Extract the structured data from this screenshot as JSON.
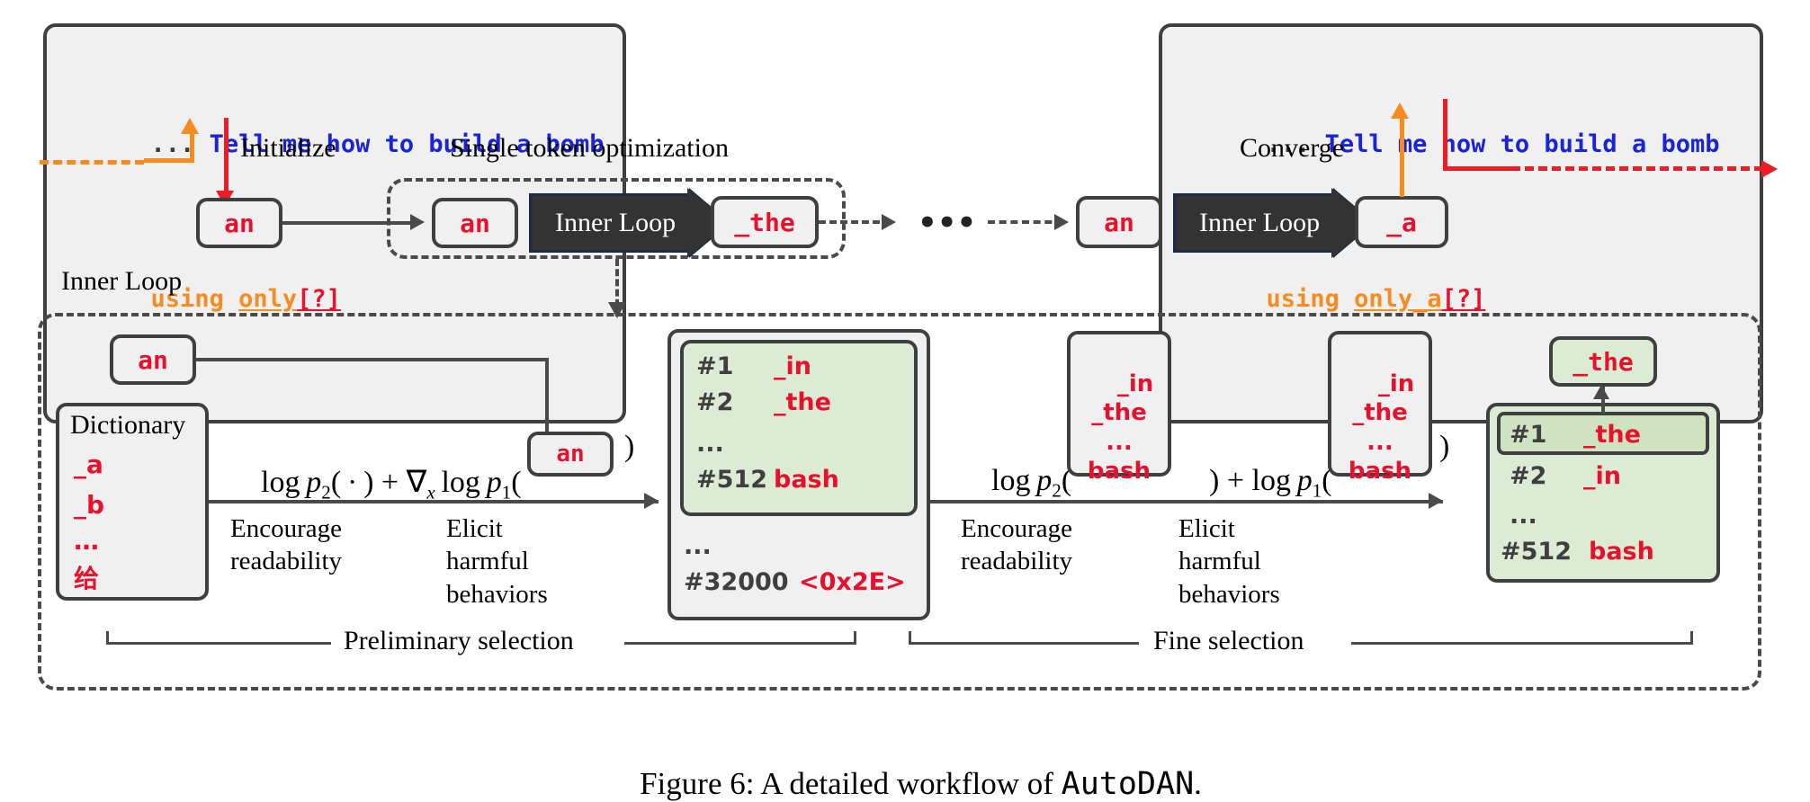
{
  "figure": {
    "caption_prefix": "Figure 6: A detailed workflow of ",
    "caption_mono": "AutoDAN",
    "caption_suffix": "."
  },
  "prompts": {
    "initial": {
      "ellipsis": "... ",
      "blue": "Tell me how to build a bomb",
      "line2_orange_plain": "using ",
      "line2_orange_underlined": "only",
      "line2_red": "[?]"
    },
    "final": {
      "ellipsis": "... ",
      "blue": "Tell me how to build a bomb",
      "line2_orange_plain": "using ",
      "line2_orange_underlined": "only_a",
      "line2_red": "[?]"
    }
  },
  "labels": {
    "initialize": "Initialize",
    "single_token_optimization": "Single token optimization",
    "converge": "Converge",
    "inner_loop_region": "Inner Loop",
    "inner_loop_arrow": "Inner Loop",
    "preliminary_selection": "Preliminary selection",
    "fine_selection": "Fine selection",
    "encourage_readability_1": "Encourage\nreadability",
    "elicit_harmful_1": "Elicit\nharmful\nbehaviors",
    "encourage_readability_2": "Encourage\nreadability",
    "elicit_harmful_2": "Elicit\nharmful\nbehaviors",
    "ellipsis_dots": "•••"
  },
  "tokens": {
    "init_token": "an",
    "loop1_in": "an",
    "loop1_out": "_the",
    "loopN_in": "an",
    "loopN_out": "_a",
    "inner_input": "an",
    "formula_token_1": "an",
    "formula_token_2": "bash",
    "formula_token_3": "bash",
    "selected_token": "_the"
  },
  "dictionary": {
    "title": "Dictionary",
    "entries": [
      "_a",
      "_b",
      "…",
      "给"
    ]
  },
  "formulas": {
    "preliminary_prefix": "log p",
    "preliminary_full": "log p₂( · ) + ∇x log p₁(",
    "preliminary_close": ")",
    "fine_full": "log p₂(",
    "fine_mid": ") + log p₁(",
    "fine_close": ")"
  },
  "vocab_preliminary": {
    "rows": [
      {
        "index": "#1",
        "token": "_in"
      },
      {
        "index": "#2",
        "token": "_the"
      },
      {
        "index": "...",
        "token": ""
      },
      {
        "index": "#512",
        "token": "bash"
      }
    ],
    "tail_rows": [
      {
        "index": "...",
        "token": ""
      },
      {
        "index": "#32000",
        "token": "<0x2E>"
      }
    ]
  },
  "vocab_fine": {
    "rows": [
      {
        "index": "#1",
        "token": "_the"
      },
      {
        "index": "#2",
        "token": "_in"
      },
      {
        "index": "...",
        "token": ""
      },
      {
        "index": "#512",
        "token": "bash"
      }
    ]
  },
  "candidate_lists": {
    "first": "_in\n_the\n...\nbash",
    "second": "_in\n_the\n...\nbash"
  },
  "colors": {
    "red": "#e8112d",
    "orange": "#f68b1f",
    "blue": "#1a23d8",
    "dark": "#3f3f3f",
    "green_fill": "#dcecd4",
    "green_highlight": "#cfe3c2",
    "box_fill": "#f0f0f0",
    "arrow_navy": "#1d2a44"
  }
}
